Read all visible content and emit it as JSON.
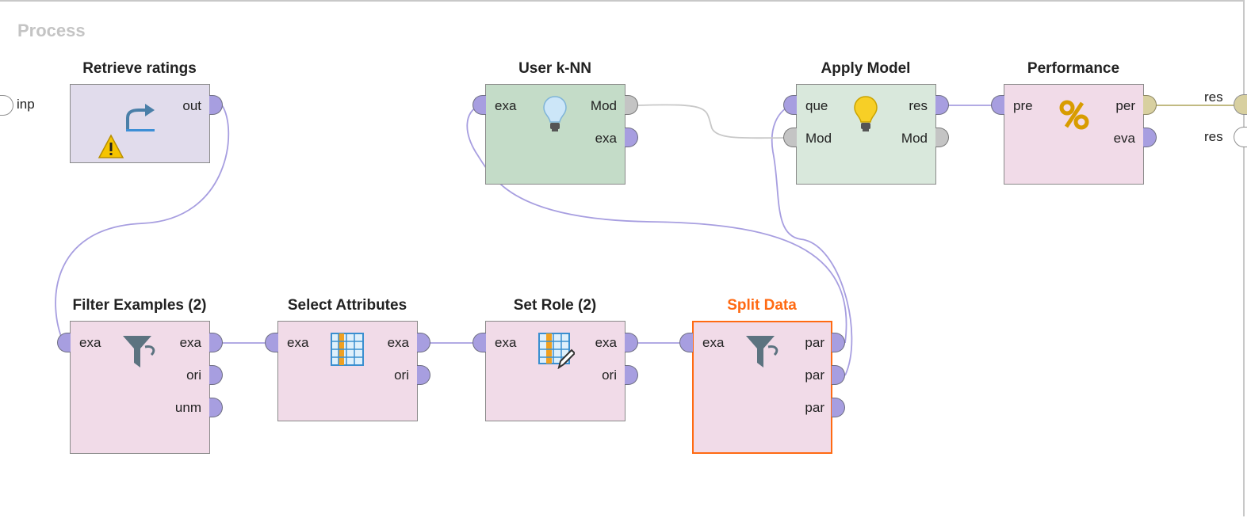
{
  "process": {
    "title": "Process"
  },
  "process_ports": {
    "input": "inp",
    "results": [
      "res",
      "res"
    ]
  },
  "operators": {
    "retrieve": {
      "title": "Retrieve ratings",
      "outputs": [
        "out"
      ],
      "icon": "retrieve-arrow-icon",
      "warning_icon": "warning-icon"
    },
    "knn": {
      "title": "User k-NN",
      "inputs": [
        "exa"
      ],
      "outputs": [
        "Mod",
        "exa"
      ],
      "icon": "lightbulb-icon"
    },
    "apply": {
      "title": "Apply Model",
      "inputs": [
        "que",
        "Mod"
      ],
      "outputs": [
        "res",
        "Mod"
      ],
      "icon": "lightbulb-icon"
    },
    "performance": {
      "title": "Performance",
      "inputs": [
        "pre"
      ],
      "outputs": [
        "per",
        "eva"
      ],
      "icon": "percent-icon"
    },
    "filter": {
      "title": "Filter Examples (2)",
      "inputs": [
        "exa"
      ],
      "outputs": [
        "exa",
        "ori",
        "unm"
      ],
      "icon": "filter-funnel-icon"
    },
    "select": {
      "title": "Select Attributes",
      "inputs": [
        "exa"
      ],
      "outputs": [
        "exa",
        "ori"
      ],
      "icon": "table-columns-icon"
    },
    "setrole": {
      "title": "Set Role (2)",
      "inputs": [
        "exa"
      ],
      "outputs": [
        "exa",
        "ori"
      ],
      "icon": "table-edit-icon"
    },
    "split": {
      "title": "Split Data",
      "inputs": [
        "exa"
      ],
      "outputs": [
        "par",
        "par",
        "par"
      ],
      "icon": "filter-funnel-icon",
      "selected": true
    }
  },
  "colors": {
    "port": "#a79ee0",
    "wire": "#a79ee0",
    "selection": "#ff6a13",
    "model_wire": "#c8c8c8",
    "result_wire": "#b8b070"
  }
}
